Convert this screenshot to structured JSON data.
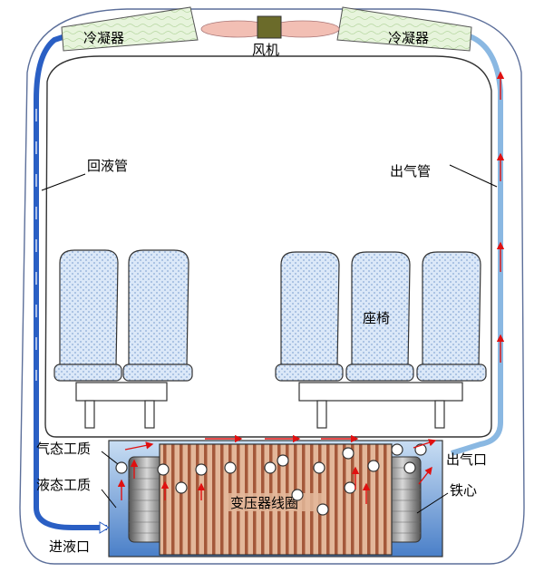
{
  "labels": {
    "condenser_left": "冷凝器",
    "condenser_right": "冷凝器",
    "fan": "风机",
    "return_pipe": "回液管",
    "outlet_pipe": "出气管",
    "seat": "座椅",
    "gas_medium": "气态工质",
    "liquid_medium": "液态工质",
    "inlet": "进液口",
    "outlet": "出气口",
    "core": "铁心",
    "coil": "变压器线圈"
  },
  "colors": {
    "return_pipe": "#2a5fc4",
    "outlet_pipe": "#8ab8e2",
    "condenser_fill": "#dff0d2",
    "fan_hub": "#6b6b2a",
    "fan_blade": "#f2bfb4",
    "seat_fill": "#cfe0f5",
    "coil_fill": "#d9a789",
    "coil_stripe": "#a4583a",
    "tank_fill": "#a9c9ea",
    "bubble_arrow": "#e01010"
  },
  "icons": {
    "fan": "fan-icon",
    "seat": "seat-icon",
    "bubble": "bubble-icon"
  }
}
